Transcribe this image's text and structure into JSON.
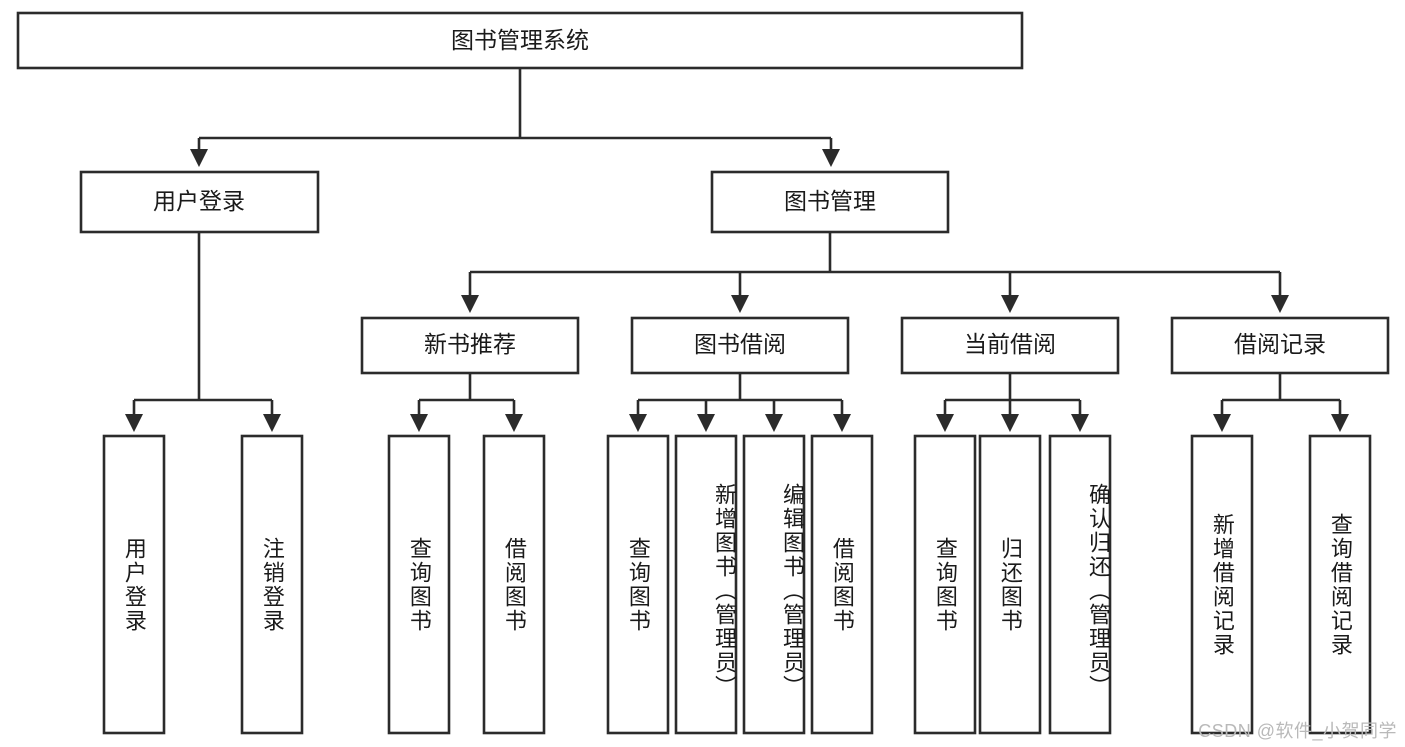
{
  "diagram": {
    "type": "tree-hierarchy",
    "title": "图书管理系统",
    "colors": {
      "box_stroke": "#2b2b2b",
      "box_fill": "#ffffff",
      "text": "#1a1a1a",
      "background": "#ffffff",
      "watermark": "#b9b9b9"
    },
    "root": {
      "label": "图书管理系统"
    },
    "level2": [
      {
        "label": "用户登录"
      },
      {
        "label": "图书管理"
      }
    ],
    "level3": [
      {
        "label": "新书推荐"
      },
      {
        "label": "图书借阅"
      },
      {
        "label": "当前借阅"
      },
      {
        "label": "借阅记录"
      }
    ],
    "leaves": {
      "user_login": [
        {
          "label": "用户登录"
        },
        {
          "label": "注销登录"
        }
      ],
      "new_book_recommend": [
        {
          "label": "查询图书"
        },
        {
          "label": "借阅图书"
        }
      ],
      "book_borrow": [
        {
          "label": "查询图书"
        },
        {
          "label": "新增图书（管理员）"
        },
        {
          "label": "编辑图书（管理员）"
        },
        {
          "label": "借阅图书"
        }
      ],
      "current_borrow": [
        {
          "label": "查询图书"
        },
        {
          "label": "归还图书"
        },
        {
          "label": "确认归还（管理员）"
        }
      ],
      "borrow_record": [
        {
          "label": "新增借阅记录"
        },
        {
          "label": "查询借阅记录"
        }
      ]
    },
    "watermark": "CSDN @软件_小贺同学"
  }
}
